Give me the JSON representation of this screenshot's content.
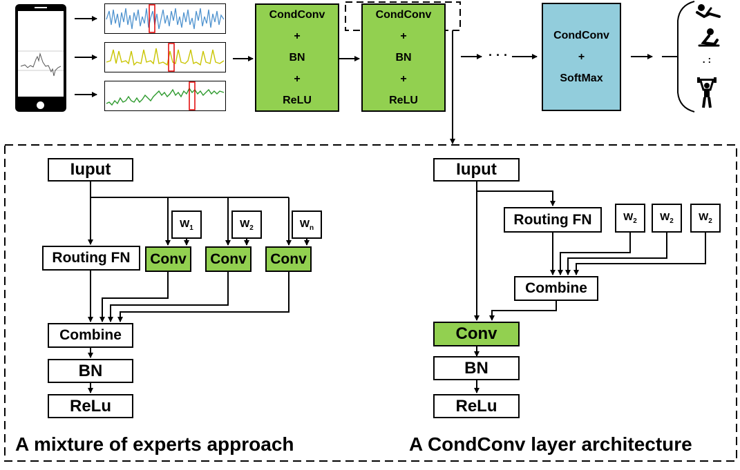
{
  "top_flow": {
    "block1": [
      "CondConv",
      "+",
      "BN",
      "+",
      "ReLU"
    ],
    "block2_title": "CondConv",
    "block2_rest": [
      "+",
      "BN",
      "+",
      "ReLU"
    ],
    "block3": [
      "CondConv",
      "+",
      "SoftMax"
    ],
    "ellipsis": "· · ·",
    "out_dots": ". :"
  },
  "moe": {
    "input": "Iuput",
    "routing": "Routing FN",
    "weights": [
      "W",
      "W",
      "W"
    ],
    "weight_subs": [
      "1",
      "2",
      "n"
    ],
    "conv": [
      "Conv",
      "Conv",
      "Conv"
    ],
    "combine": "Combine",
    "bn": "BN",
    "relu": "ReLu",
    "caption": "A mixture of experts approach"
  },
  "condconv": {
    "input": "Iuput",
    "routing": "Routing FN",
    "weights": [
      "W",
      "W",
      "W"
    ],
    "weight_subs": [
      "2",
      "2",
      "2"
    ],
    "combine": "Combine",
    "conv": "Conv",
    "bn": "BN",
    "relu": "ReLu",
    "caption": "A CondConv layer architecture"
  },
  "colors": {
    "green": "#92d050",
    "blue": "#92cddc",
    "signal_blue": "#4f93cf",
    "signal_yellow": "#c9c400",
    "signal_green": "#2e9a2e",
    "highlight_red": "#e00000"
  },
  "icons": [
    "smartphone-icon",
    "lying-person-icon",
    "sitting-person-icon",
    "weightlifter-icon"
  ]
}
